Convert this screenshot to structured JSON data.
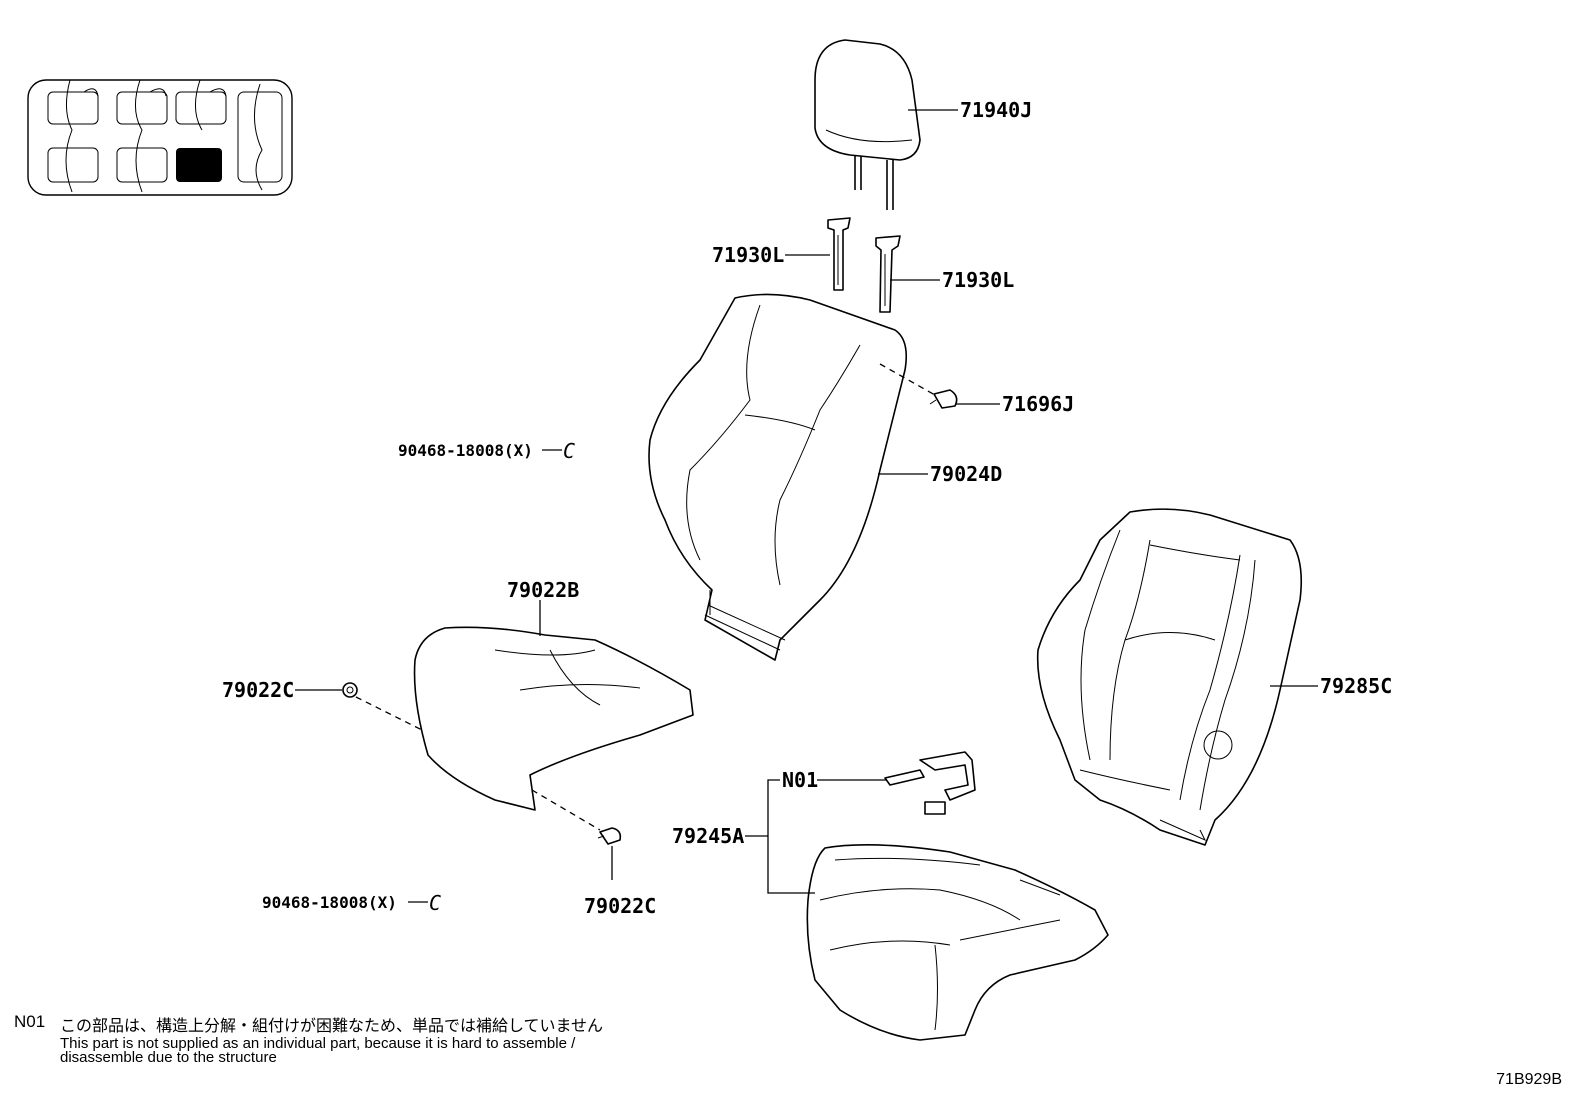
{
  "parts": {
    "headrest": "71940J",
    "support_left": "71930L",
    "support_right": "71930L",
    "clip": "71696J",
    "back_cover": "79024D",
    "back_pad": "79285C",
    "cushion_cover": "79022B",
    "cushion_fastener_upper": "79022C",
    "cushion_fastener_lower": "79022C",
    "ring_upper": "90468-18008(X)",
    "ring_lower": "90468-18008(X)",
    "cushion_pad": "79245A",
    "harness": "N01"
  },
  "ring_mark": "C",
  "footnote": {
    "code": "N01",
    "japanese": "この部品は、構造上分解・組付けが困難なため、単品では補給していません",
    "english_line1": "This part is not supplied as an individual part, because it is hard to assemble /",
    "english_line2": "disassemble due to the structure"
  },
  "diagram_code": "71B929B"
}
